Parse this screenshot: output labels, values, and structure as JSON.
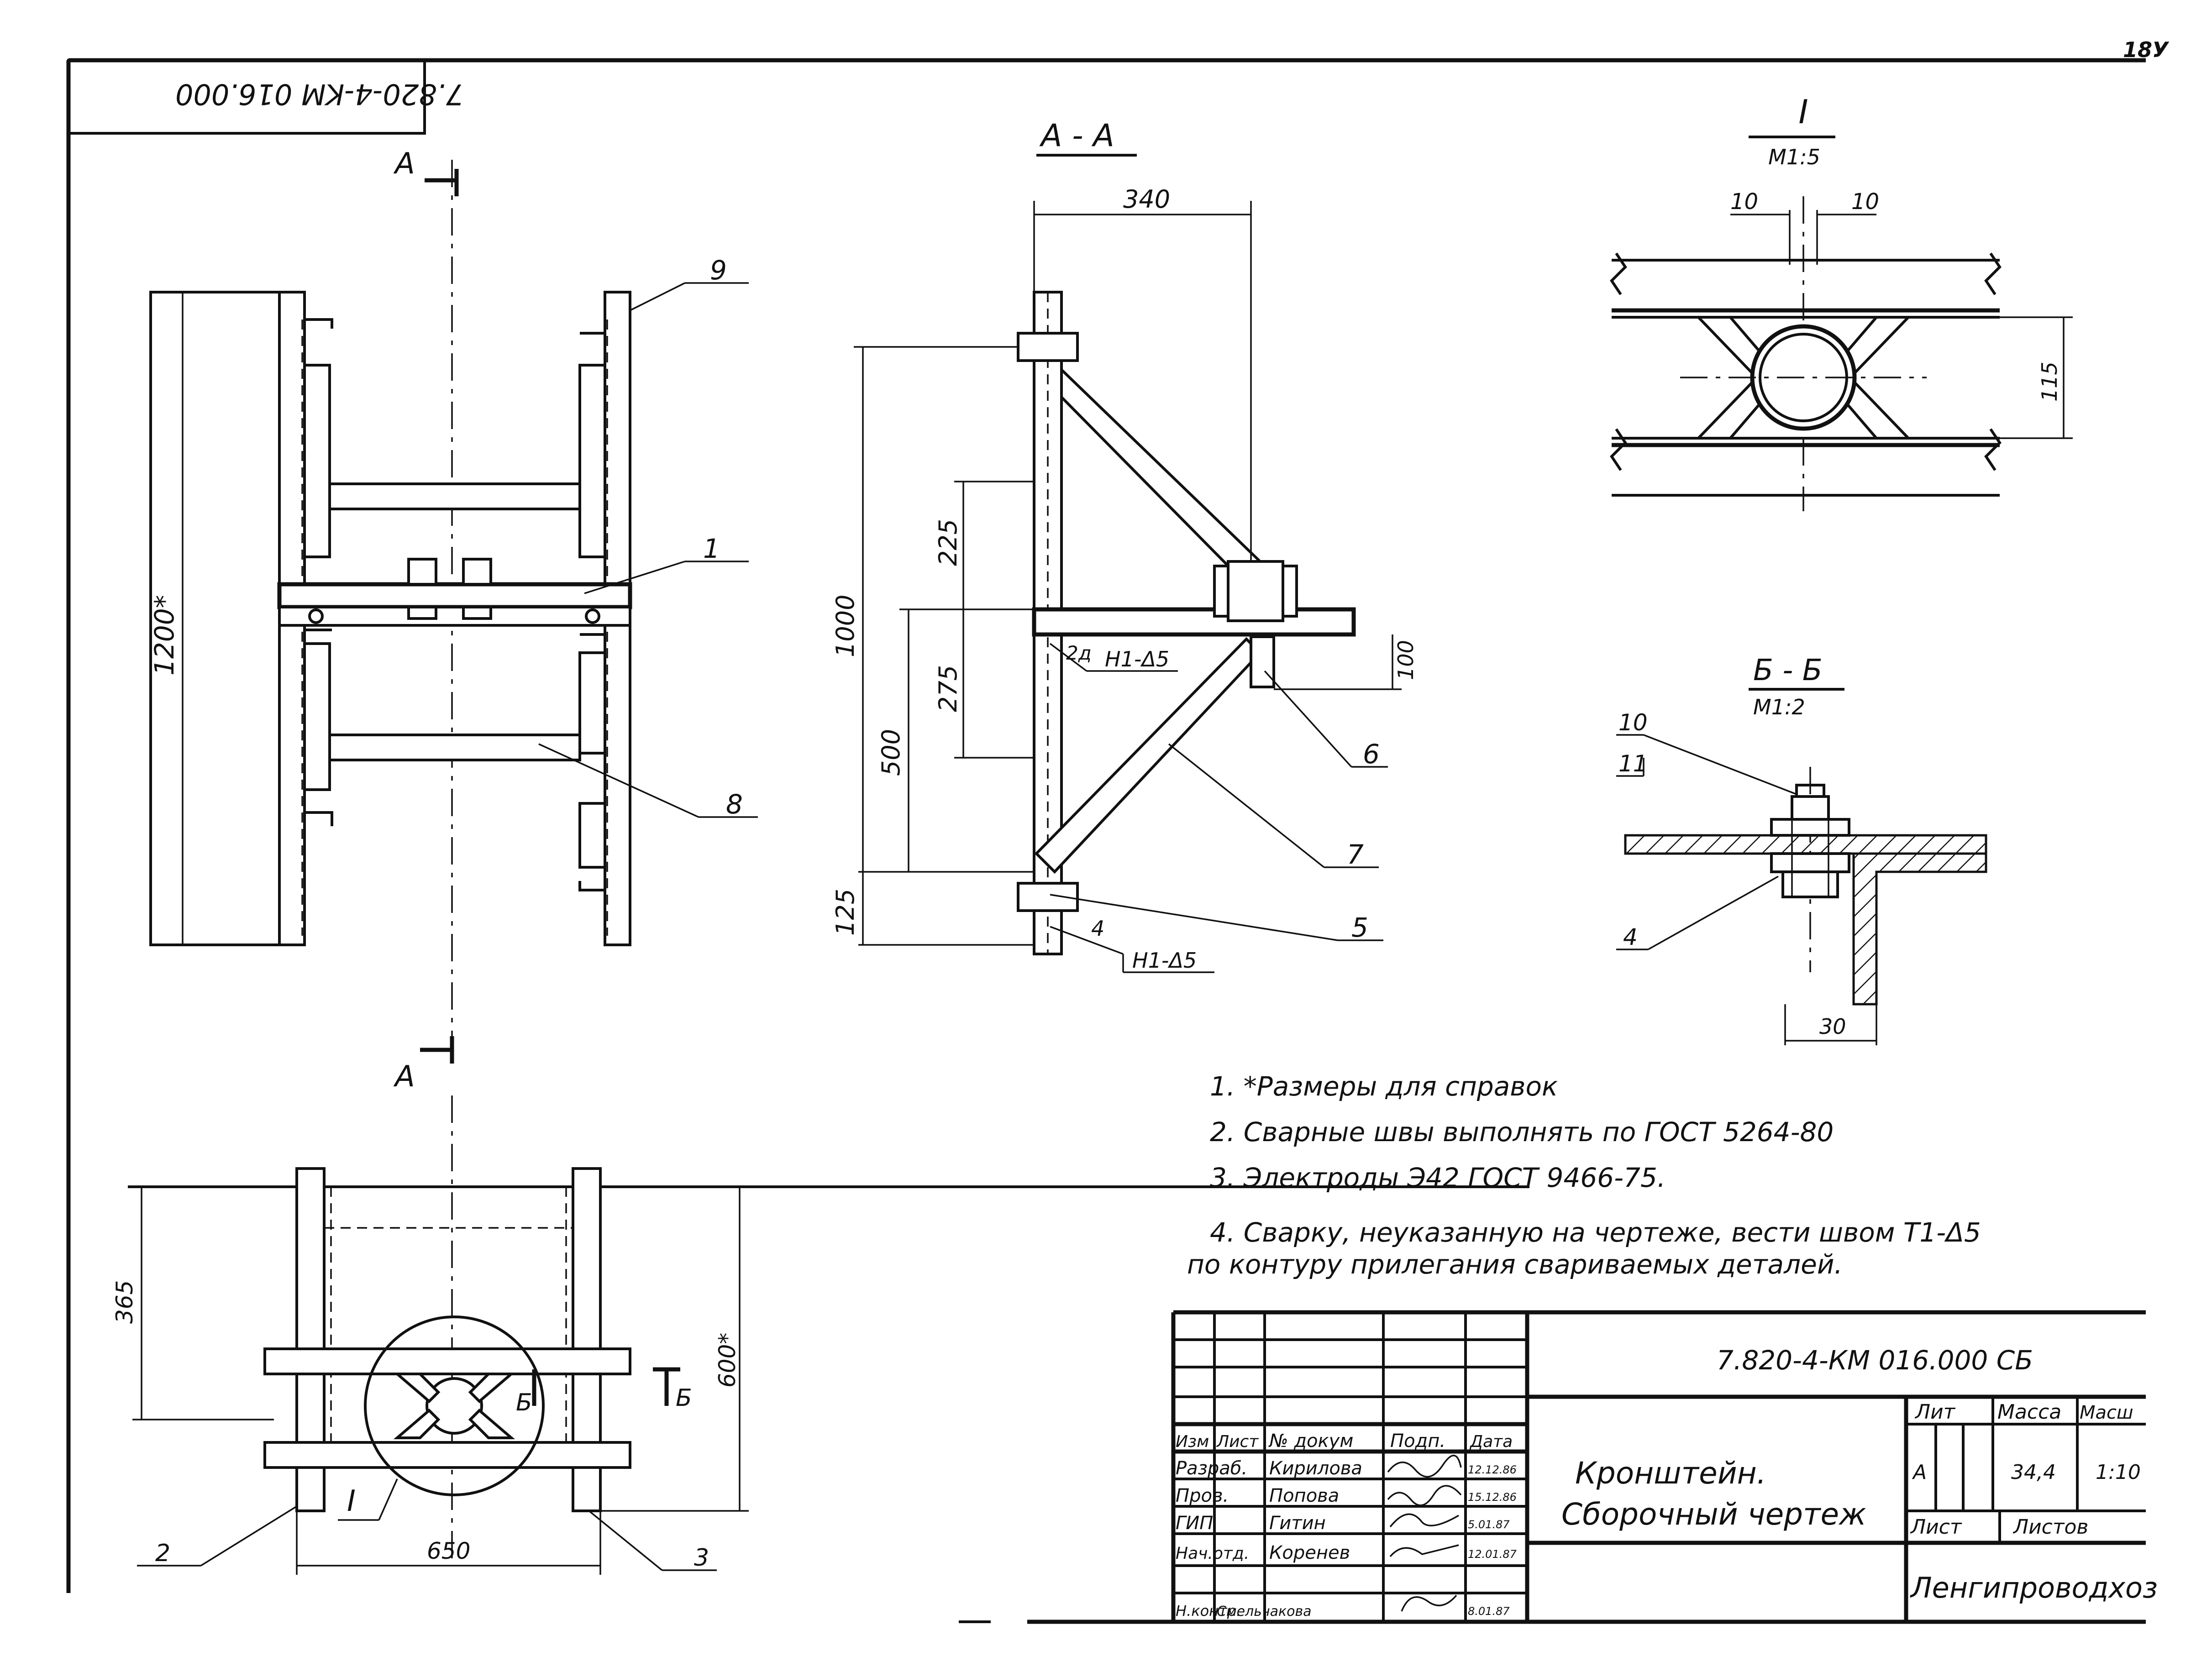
{
  "sheet_number": "18У",
  "stamp_code_rotated": "7.820-4-KM 016.000",
  "views": {
    "front": {
      "section_mark": "А",
      "labels": {
        "p9": "9",
        "p1": "1",
        "p8": "8"
      },
      "dim_height": "1200*"
    },
    "section_aa": {
      "title": "А - А",
      "dims": {
        "top": "340",
        "h1000": "1000",
        "h225": "225",
        "h275": "275",
        "h500": "500",
        "h125": "125",
        "h100": "100"
      },
      "weld_top": "H1-Δ5",
      "weld_bottom": "H1-Δ5",
      "weld_num": "4",
      "weld_top_num": "2д",
      "labels": {
        "p6": "6",
        "p7": "7",
        "p5": "5"
      }
    },
    "detail_i": {
      "title": "I",
      "scale": "М1:5",
      "dim_left": "10",
      "dim_right": "10",
      "dim_side": "115"
    },
    "section_bb": {
      "title": "Б - Б",
      "scale": "М1:2",
      "labels": {
        "p10": "10",
        "p11": "11",
        "p4": "4"
      },
      "dim_bottom": "30"
    },
    "plan": {
      "dims": {
        "left": "365",
        "right": "600*",
        "bottom": "650"
      },
      "section_mark": "Б",
      "detail_mark": "I",
      "labels": {
        "p2": "2",
        "p3": "3"
      }
    }
  },
  "notes": [
    "1. *Размеры для справок",
    "2. Сварные швы выполнять по ГОСТ 5264-80",
    "3. Электроды Э42 ГОСТ 9466-75.",
    "4. Сварку, неуказанную на чертеже, вести швом Т1-Δ5",
    "по контуру прилегания свариваемых деталей."
  ],
  "title_block": {
    "doc_code": "7.820-4-КМ 016.000 СБ",
    "title_line1": "Кронштейн.",
    "title_line2": "Сборочный чертеж",
    "header_lit": "Лит",
    "header_mass": "Масса",
    "header_scale": "Масш",
    "lit_value": "А",
    "mass_value": "34,4",
    "scale_value": "1:10",
    "sheet_label": "Лист",
    "sheets_label": "Листов",
    "organization": "Ленгипроводхоз",
    "columns": [
      "Изм",
      "Лист",
      "№ докум",
      "Подп.",
      "Дата"
    ],
    "rows": [
      {
        "role": "Разраб.",
        "name": "Кирилова",
        "date": "12.12.86"
      },
      {
        "role": "Пров.",
        "name": "Попова",
        "date": "15.12.86"
      },
      {
        "role": "ГИП",
        "name": "Гитин",
        "date": "5.01.87"
      },
      {
        "role": "Нач.отд.",
        "name": "Коренев",
        "date": "12.01.87"
      },
      {
        "role": "Н.контр.",
        "name": "Смельчакова",
        "date": "8.01.87"
      }
    ]
  }
}
